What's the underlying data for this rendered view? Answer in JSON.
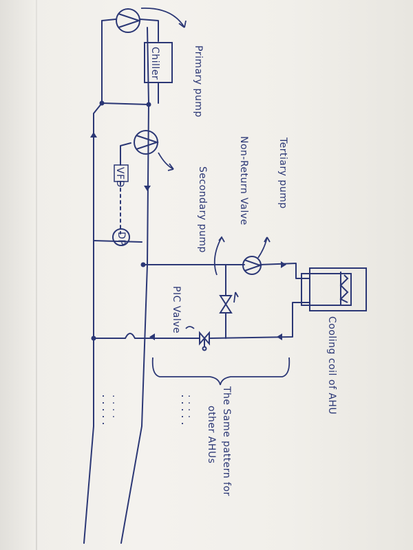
{
  "colors": {
    "paper": "#f2f0ec",
    "ink": "#2b3775"
  },
  "labels": {
    "chiller": "Chiller",
    "primary_pump": "Primary pump",
    "tertiary_pump": "Tertiary pump",
    "non_return_valve": "Non-Return Valve",
    "secondary_pump": "Secondary pump",
    "pic_valve": "PIC Valve",
    "cooling_coil": "Cooling coil of AHU",
    "same_pattern_line1": "The Same pattern for",
    "same_pattern_line2": "other AHUs",
    "dp": "DP",
    "vfd": "VFD",
    "dots": "· · · ·",
    "dots2": "· · · ·"
  },
  "icons": {
    "pump": "circle-pump-icon",
    "valve": "bowtie-valve-icon",
    "coil": "cooling-coil-icon",
    "flow_arrow": "flow-arrow-icon",
    "rotate_arrow": "curved-arrow-icon"
  }
}
